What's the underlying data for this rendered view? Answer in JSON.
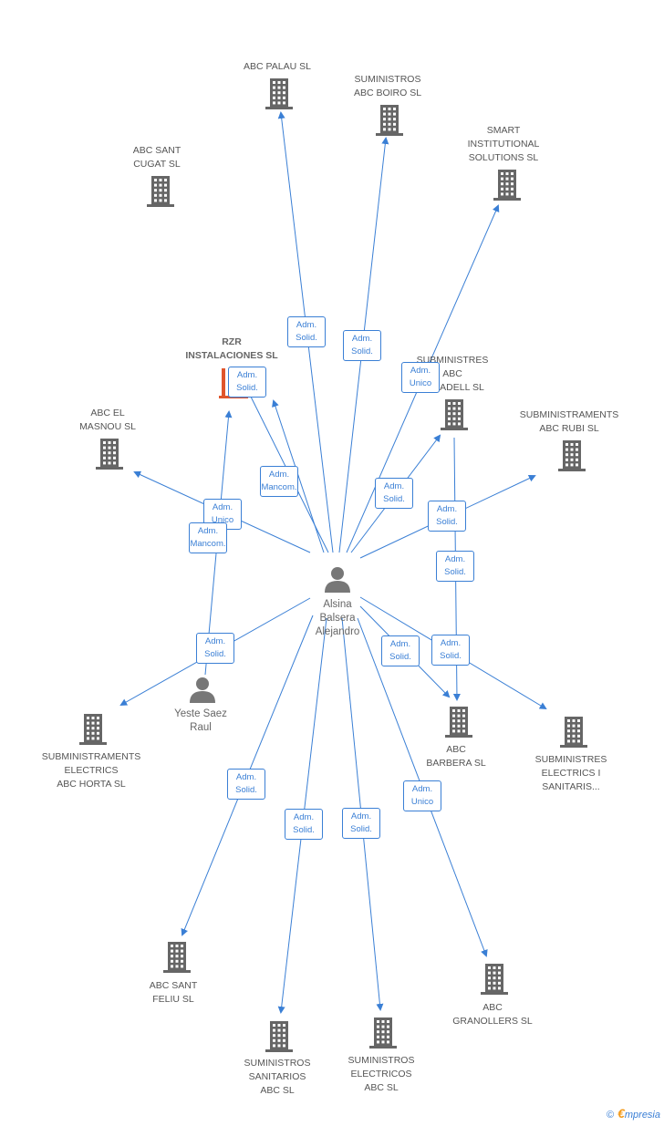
{
  "colors": {
    "edge": "#3a7fd5",
    "building": "#666666",
    "person": "#777777",
    "highlight": "#e0552c"
  },
  "people": [
    {
      "id": "alsina",
      "label": "Alsina\nBalsera\nAlejandro"
    },
    {
      "id": "yeste",
      "label": "Yeste Saez\nRaul"
    }
  ],
  "companies": [
    {
      "id": "abc-palau",
      "label": "ABC PALAU SL"
    },
    {
      "id": "sum-boiro",
      "label": "SUMINISTROS\nABC BOIRO  SL"
    },
    {
      "id": "smart",
      "label": "SMART\nINSTITUTIONAL\nSOLUTIONS  SL"
    },
    {
      "id": "sant-cugat",
      "label": "ABC SANT\nCUGAT SL"
    },
    {
      "id": "rzr",
      "label": "RZR\nINSTALACIONES SL"
    },
    {
      "id": "sabadell",
      "label": "SUBMINISTRES\nABC\nSABADELL SL"
    },
    {
      "id": "el-masnou",
      "label": "ABC EL\nMASNOU SL"
    },
    {
      "id": "rubi",
      "label": "SUBMINISTRAMENTS\nABC RUBI SL"
    },
    {
      "id": "horta",
      "label": "SUBMINISTRAMENTS\nELECTRICS\nABC HORTA SL"
    },
    {
      "id": "barbera",
      "label": "ABC\nBARBERA  SL"
    },
    {
      "id": "sanitaris",
      "label": "SUBMINISTRES\nELECTRICS I\nSANITARIS..."
    },
    {
      "id": "sant-feliu",
      "label": "ABC SANT\nFELIU SL"
    },
    {
      "id": "granollers",
      "label": "ABC\nGRANOLLERS SL"
    },
    {
      "id": "sanitarios",
      "label": "SUMINISTROS\nSANITARIOS\nABC  SL"
    },
    {
      "id": "electricos",
      "label": "SUMINISTROS\nELECTRICOS\nABC  SL"
    }
  ],
  "relations": [
    {
      "from": "alsina",
      "to": "abc-palau",
      "label": "Adm.\nSolid."
    },
    {
      "from": "alsina",
      "to": "sum-boiro",
      "label": "Adm.\nSolid."
    },
    {
      "from": "alsina",
      "to": "smart",
      "label": "Adm.\nUnico"
    },
    {
      "from": "alsina",
      "to": "rzr",
      "label": "Adm.\nSolid."
    },
    {
      "from": "alsina",
      "to": "rzr",
      "label": "Adm.\nMancom."
    },
    {
      "from": "alsina",
      "to": "sabadell",
      "label": "Adm.\nSolid."
    },
    {
      "from": "alsina",
      "to": "el-masnou",
      "label": "Adm.\nUnico"
    },
    {
      "from": "alsina",
      "to": "rubi",
      "label": "Adm.\nSolid."
    },
    {
      "from": "sabadell",
      "to": "barbera",
      "label": "Adm.\nSolid."
    },
    {
      "from": "yeste",
      "to": "rzr",
      "label": "Adm.\nMancom."
    },
    {
      "from": "alsina",
      "to": "horta",
      "label": "Adm.\nSolid."
    },
    {
      "from": "alsina",
      "to": "barbera",
      "label": "Adm.\nSolid."
    },
    {
      "from": "alsina",
      "to": "sanitaris",
      "label": "Adm.\nSolid."
    },
    {
      "from": "alsina",
      "to": "sant-feliu",
      "label": "Adm.\nSolid."
    },
    {
      "from": "alsina",
      "to": "sanitarios",
      "label": "Adm.\nSolid."
    },
    {
      "from": "alsina",
      "to": "electricos",
      "label": "Adm.\nSolid."
    },
    {
      "from": "alsina",
      "to": "granollers",
      "label": "Adm.\nUnico"
    }
  ],
  "footer": {
    "copyright": "©",
    "brand_initial": "€",
    "brand_rest": "mpresia"
  }
}
